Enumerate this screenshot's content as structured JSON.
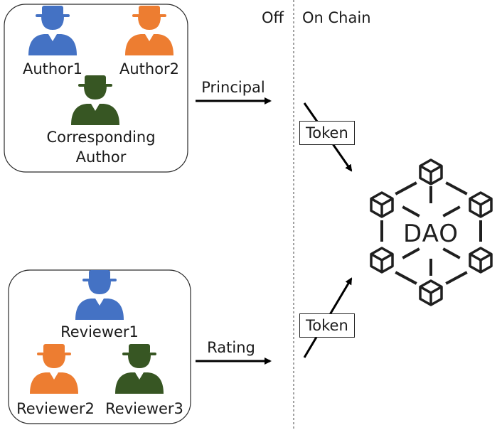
{
  "zones": {
    "off": "Off",
    "on": "On Chain"
  },
  "authors": {
    "author1": "Author1",
    "author2": "Author2",
    "corresponding_line1": "Corresponding",
    "corresponding_line2": "Author"
  },
  "reviewers": {
    "reviewer1": "Reviewer1",
    "reviewer2": "Reviewer2",
    "reviewer3": "Reviewer3"
  },
  "arrows": {
    "principal": "Principal",
    "rating": "Rating"
  },
  "tokens": {
    "top": "Token",
    "bottom": "Token"
  },
  "dao": {
    "label": "DAO"
  },
  "colors": {
    "blue": "#4472C4",
    "orange": "#ED7D31",
    "green": "#375623",
    "ink": "#000000"
  }
}
